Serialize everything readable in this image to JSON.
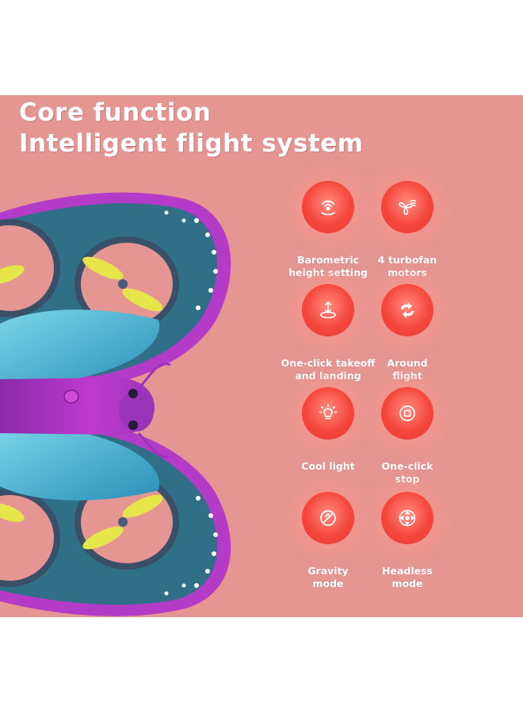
{
  "headline": {
    "line1": "Core function",
    "line2": "Intelligent flight system"
  },
  "colors": {
    "panel_background": "#e59692",
    "icon_circle": "#f5473c",
    "wing_purple": "#b43ac8",
    "wing_blue": "#2f9fc0",
    "propeller": "#e6e64a"
  },
  "features": [
    {
      "id": "barometric",
      "icon": "barometer-icon",
      "line1": "Barometric",
      "line2": "height setting"
    },
    {
      "id": "motors",
      "icon": "propeller-icon",
      "line1": "4 turbofan",
      "line2": "motors"
    },
    {
      "id": "takeoff",
      "icon": "takeoff-landing-icon",
      "line1": "One-click takeoff",
      "line2": "and landing"
    },
    {
      "id": "around",
      "icon": "rotate-arrows-icon",
      "line1": "Around",
      "line2": "flight"
    },
    {
      "id": "light",
      "icon": "lightbulb-icon",
      "line1": "Cool light",
      "line2": ""
    },
    {
      "id": "stop",
      "icon": "stop-icon",
      "line1": "One-click",
      "line2": "stop"
    },
    {
      "id": "gravity",
      "icon": "gravity-icon",
      "line1": "Gravity",
      "line2": "mode"
    },
    {
      "id": "headless",
      "icon": "headless-joystick-icon",
      "line1": "Headless",
      "line2": "mode"
    }
  ]
}
